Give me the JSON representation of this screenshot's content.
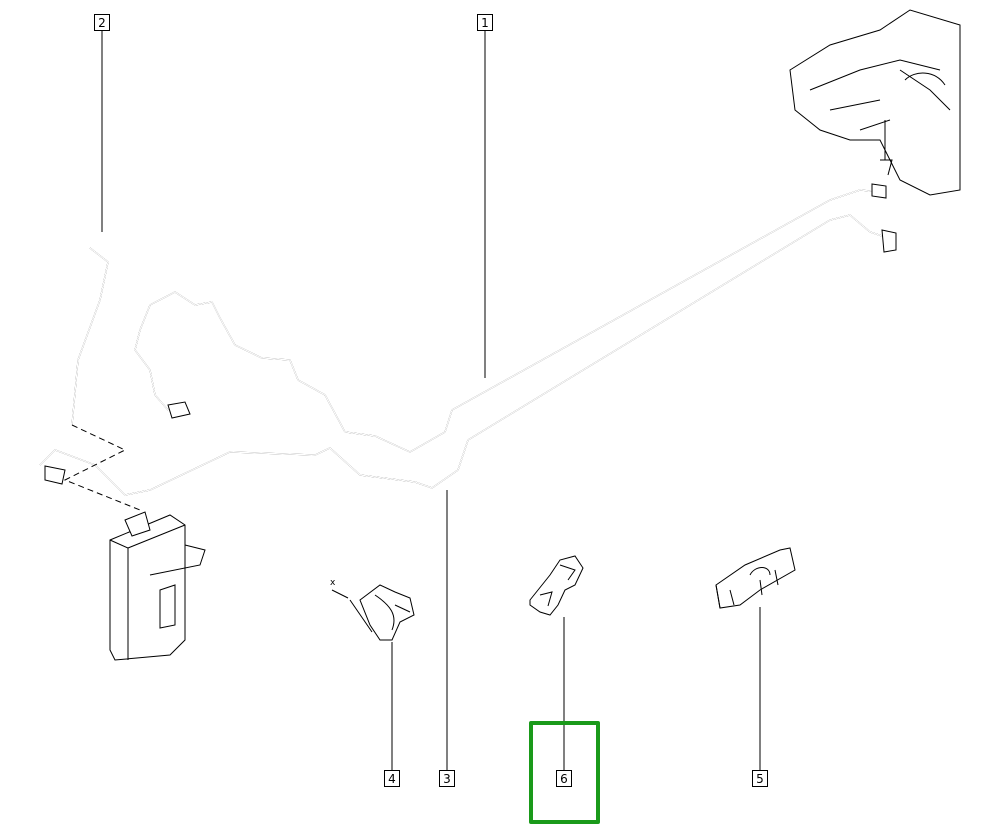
{
  "diagram": {
    "callouts": [
      {
        "id": "callout-1",
        "label": "1"
      },
      {
        "id": "callout-2",
        "label": "2"
      },
      {
        "id": "callout-3",
        "label": "3"
      },
      {
        "id": "callout-4",
        "label": "4"
      },
      {
        "id": "callout-5",
        "label": "5"
      },
      {
        "id": "callout-6",
        "label": "6"
      }
    ],
    "axis_mark": "x",
    "highlight_color": "#1a9a1a",
    "highlighted_callout": "6"
  }
}
